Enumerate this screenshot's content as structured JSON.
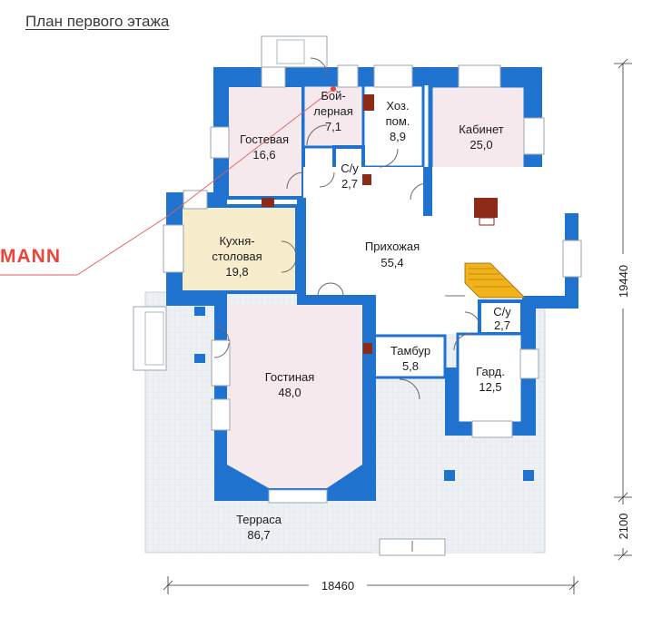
{
  "title": "План первого этажа",
  "brand": "MANN",
  "rooms": [
    {
      "id": "gostevaya",
      "name": "Гостевая",
      "area": "16,6"
    },
    {
      "id": "boilernaya",
      "line1": "Бой-",
      "line2": "лерная",
      "area": "7,1"
    },
    {
      "id": "hoz",
      "line1": "Хоз.",
      "line2": "пом.",
      "area": "8,9"
    },
    {
      "id": "kabinet",
      "name": "Кабинет",
      "area": "25,0"
    },
    {
      "id": "su1",
      "name": "С/у",
      "area": "2,7"
    },
    {
      "id": "kuhnya",
      "line1": "Кухня-",
      "line2": "столовая",
      "area": "19,8"
    },
    {
      "id": "prihozhaya",
      "name": "Прихожая",
      "area": "55,4"
    },
    {
      "id": "su2",
      "name": "С/у",
      "area": "2,7"
    },
    {
      "id": "gostinaya",
      "name": "Гостиная",
      "area": "48,0"
    },
    {
      "id": "tambur",
      "name": "Тамбур",
      "area": "5,8"
    },
    {
      "id": "gard",
      "name": "Гард.",
      "area": "12,5"
    },
    {
      "id": "terrasa",
      "name": "Терраса",
      "area": "86,7"
    }
  ],
  "dimensions": {
    "width": "18460",
    "height": "19440",
    "terrace_depth": "2100"
  },
  "colors": {
    "wall": "#1f73cf",
    "window": "#ffffff",
    "room_fill": "#ffffff",
    "room_pink": "#f6e9ee",
    "kitchen": "#f7eccb",
    "terrace": "#e7ecf1",
    "stair": "#f2b21a",
    "chimney": "#8e2b18"
  }
}
